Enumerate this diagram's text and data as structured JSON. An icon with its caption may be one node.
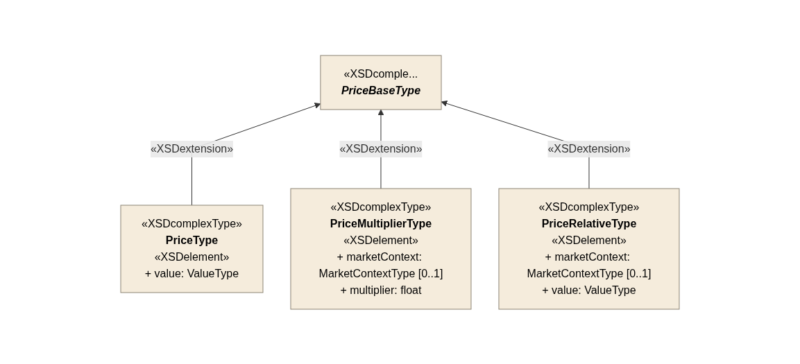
{
  "diagram": {
    "nodes": [
      {
        "text": [
          "«XSDcomple...",
          "PriceBaseType"
        ]
      },
      {
        "text": [
          "«XSDcomplexType»",
          "PriceType",
          "«XSDelement»",
          "+ value: ValueType"
        ]
      },
      {
        "text": [
          "«XSDcomplexType»",
          "PriceMultiplierType",
          "«XSDelement»",
          "+ marketContext: MarketContextType [0..1]",
          "+ multiplier: float"
        ]
      },
      {
        "text": [
          "«XSDcomplexType»",
          "PriceRelativeType",
          "«XSDelement»",
          "+ marketContext: MarketContextType [0..1]",
          "+ value: ValueType"
        ]
      }
    ],
    "edges": [
      {
        "from": 1,
        "to": 0,
        "arrow": "to",
        "label": "«XSDextension»"
      },
      {
        "from": 2,
        "to": 0,
        "arrow": "to",
        "label": "«XSDextension»"
      },
      {
        "from": 3,
        "to": 0,
        "arrow": "to",
        "label": "«XSDextension»"
      }
    ]
  }
}
